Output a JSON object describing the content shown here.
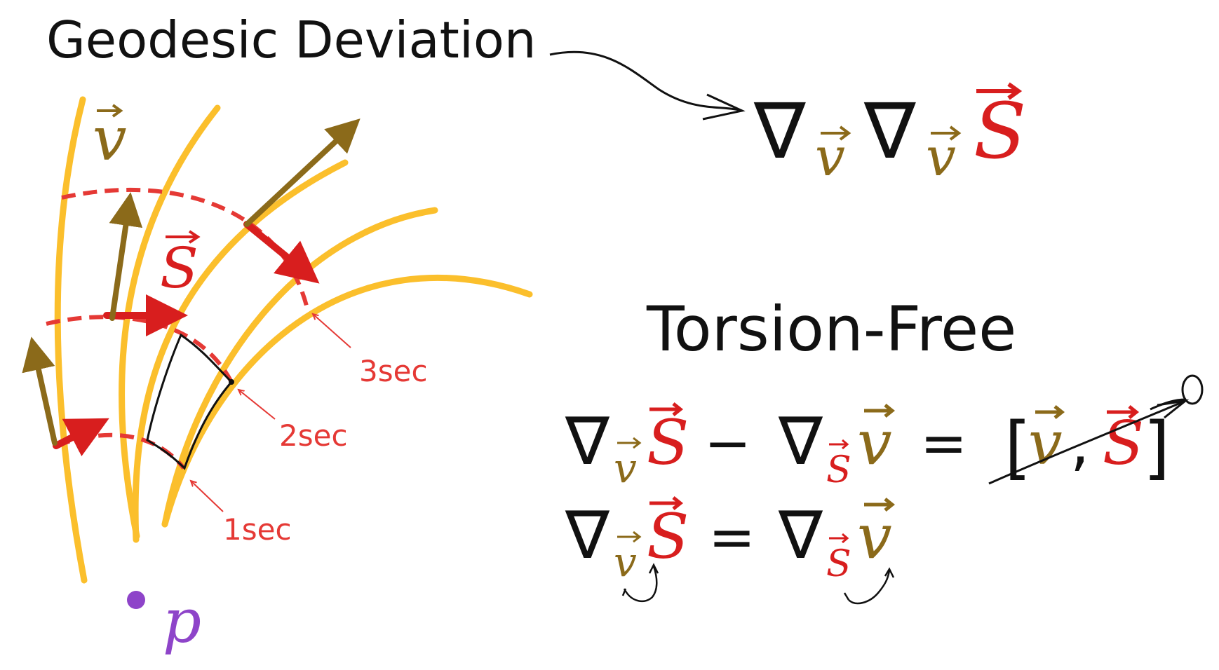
{
  "colors": {
    "background": "#ffffff",
    "geodesic": "#fbbf2c",
    "v_vector": "#8b6a1a",
    "s_vector": "#d81e1e",
    "dashed": "#e53935",
    "ink": "#111111",
    "point": "#8e44c9"
  },
  "title": "Geodesic Deviation",
  "title_formula": {
    "nabla": "∇",
    "v": "v",
    "s": "S"
  },
  "diagram": {
    "v_label": "v",
    "s_label": "S",
    "point_label": "p",
    "time_labels": [
      "1sec",
      "2sec",
      "3sec"
    ]
  },
  "torsion": {
    "heading": "Torsion-Free",
    "eq1": {
      "nabla": "∇",
      "minus": "−",
      "equals": "=",
      "bracket_open": "[",
      "comma": ",",
      "bracket_close": "]",
      "v": "v",
      "s": "S"
    },
    "eq2": {
      "nabla": "∇",
      "equals": "=",
      "v": "v",
      "s": "S"
    }
  }
}
